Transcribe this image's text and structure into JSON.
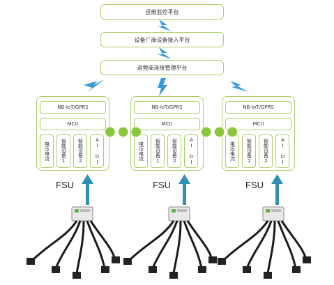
{
  "platforms": [
    {
      "label": "运维监控平台"
    },
    {
      "label": "设备厂商设备接入平台"
    },
    {
      "label": "运营商连接管理平台"
    }
  ],
  "fsu_units": [
    {
      "comm": "NB-IoT/GPRS",
      "mcu": "MCU",
      "modules": [
        "电压电流",
        "智能设备1",
        "智能设备2",
        "AI DI"
      ],
      "label": "FSU"
    },
    {
      "comm": "NB-IoT/GPRS",
      "mcu": "MCU",
      "modules": [
        "电压电流",
        "智能设备1",
        "智能设备2",
        "AI DI"
      ],
      "label": "FSU"
    },
    {
      "comm": "NB-IoT/GPRS",
      "mcu": "MCU",
      "modules": [
        "电压电流",
        "智能设备1",
        "智能设备2",
        "AI DI"
      ],
      "label": "FSU"
    }
  ],
  "separator": "●●●",
  "colors": {
    "border": "#a9cf6a",
    "arrow": "#2f8fb5",
    "lightning": "#3a9ad9",
    "dots": "#8cc63f"
  },
  "icons": [
    "lightning-icon",
    "up-arrow-icon",
    "meter-device-icon"
  ]
}
